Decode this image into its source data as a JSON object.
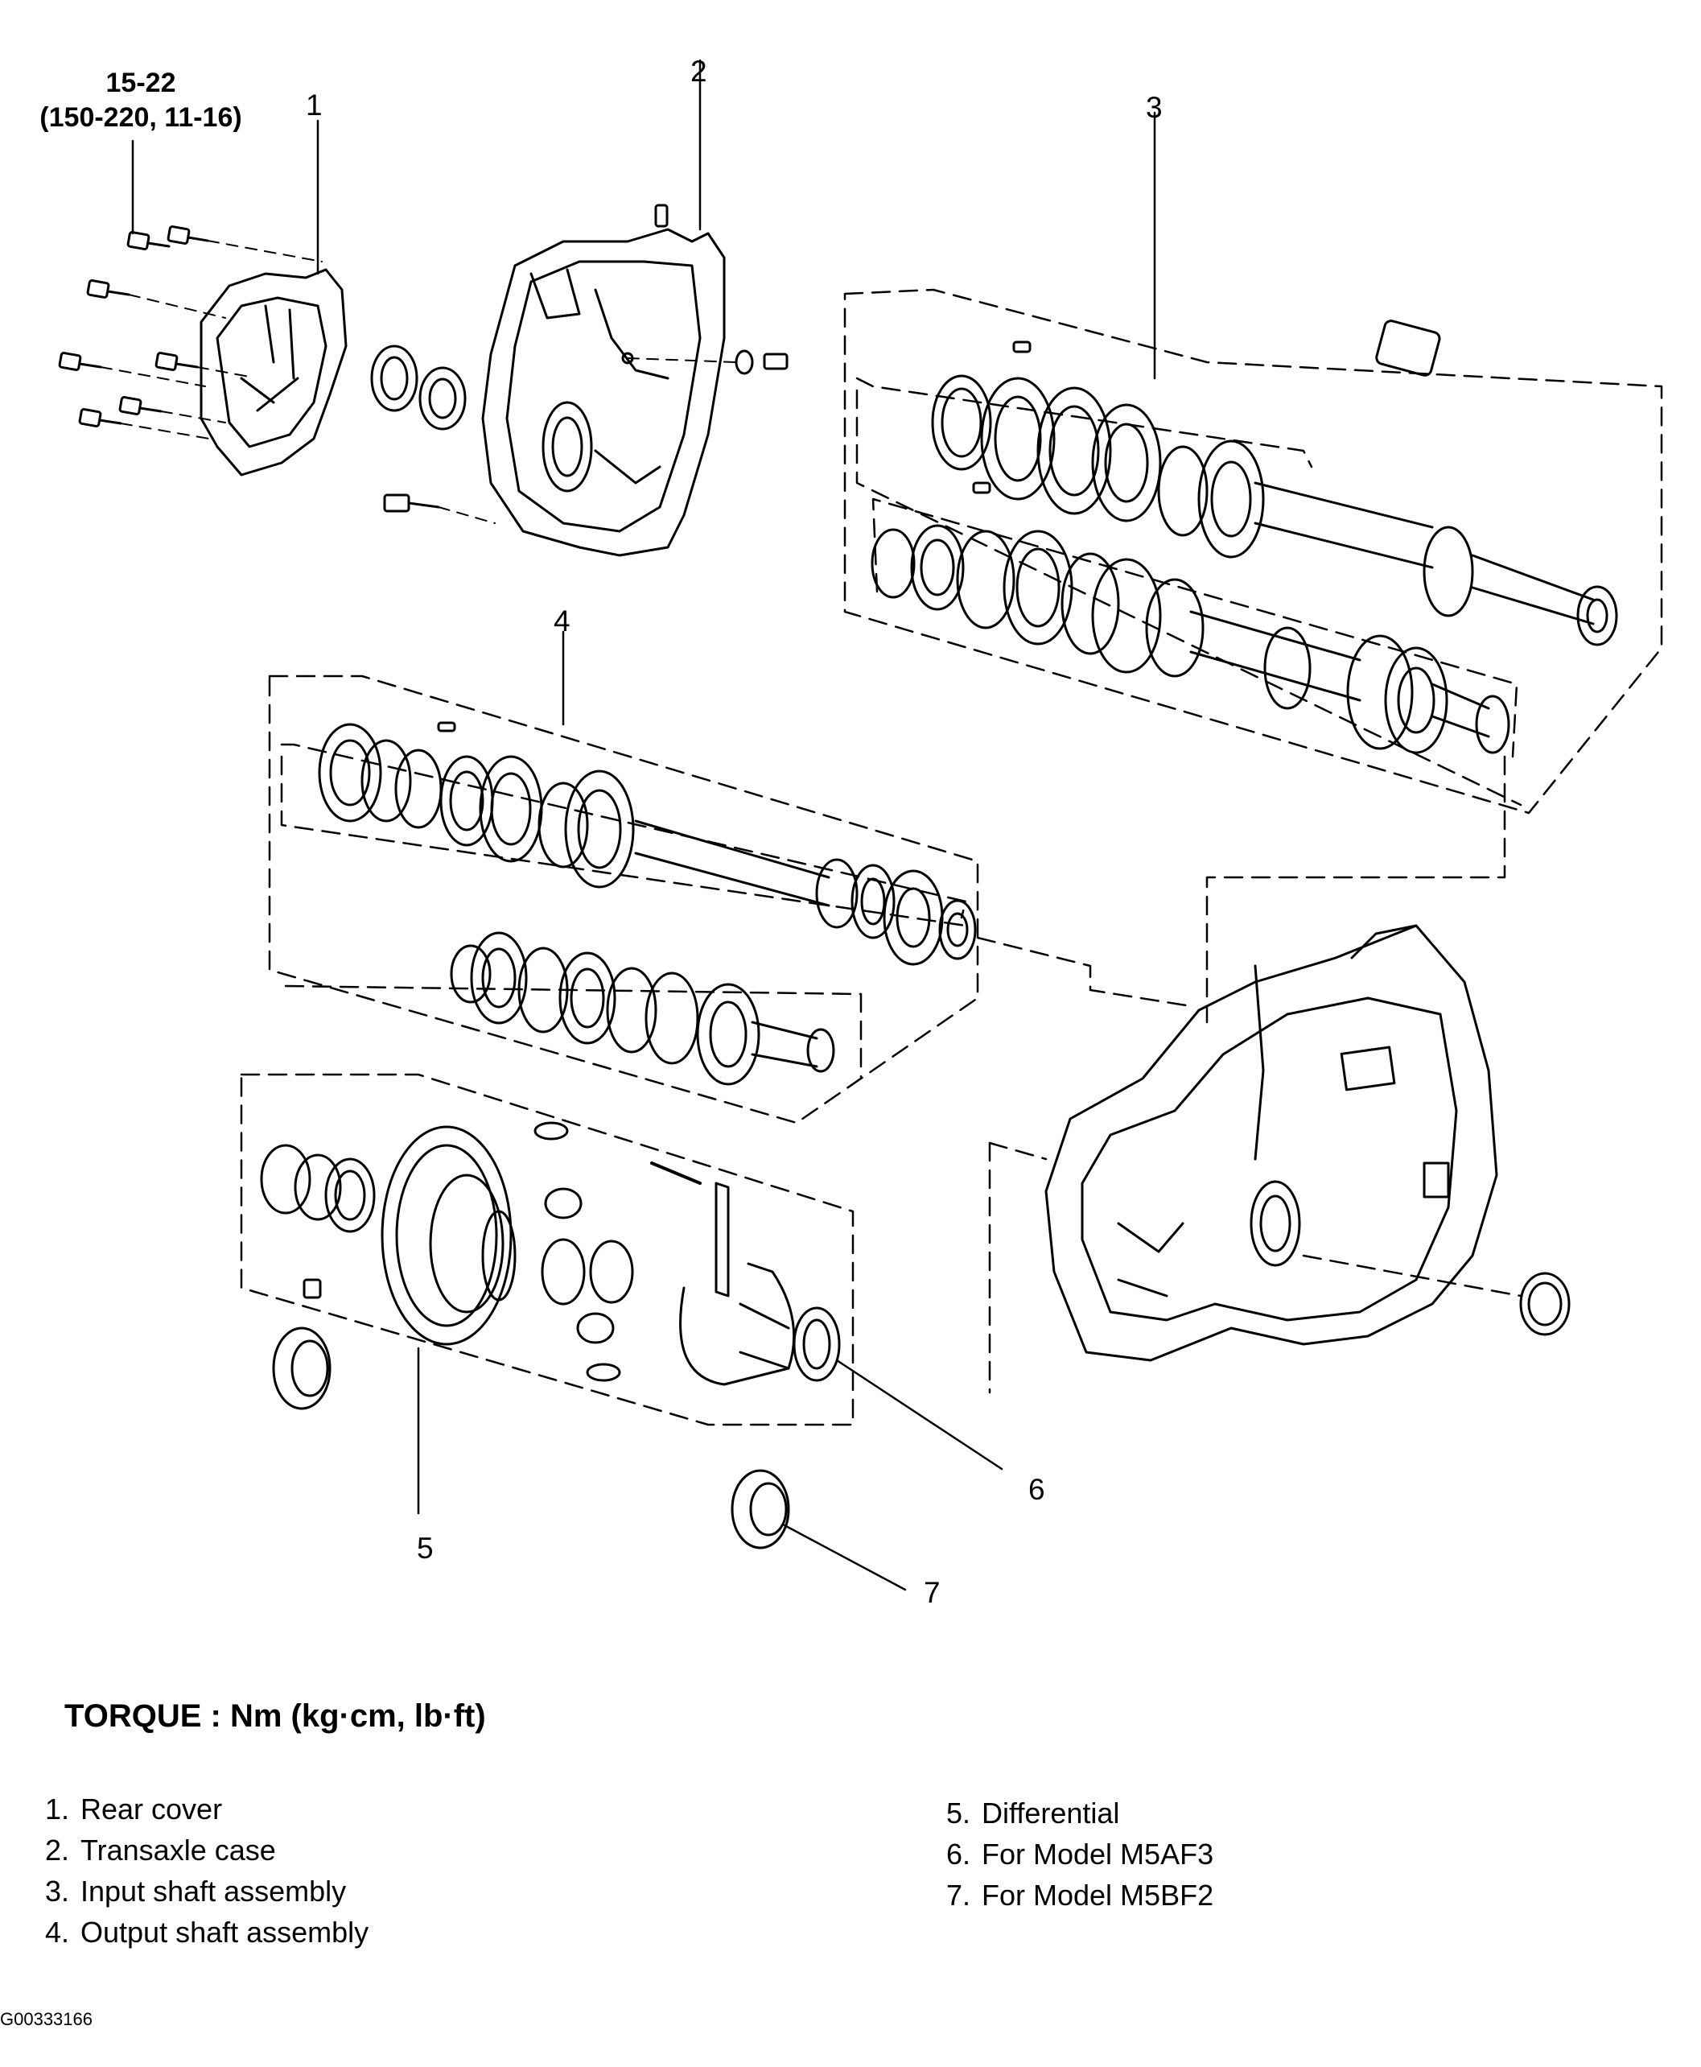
{
  "callouts": [
    "1",
    "2",
    "3",
    "4",
    "5",
    "6",
    "7"
  ],
  "torque_spec": [
    "15-22",
    "(150-220, 11-16)"
  ],
  "torque_title": "TORQUE : Nm (kg·cm, lb·ft)",
  "legend": [
    {
      "num": "1.",
      "label": "Rear cover"
    },
    {
      "num": "2.",
      "label": "Transaxle case"
    },
    {
      "num": "3.",
      "label": "Input shaft assembly"
    },
    {
      "num": "4.",
      "label": "Output shaft assembly"
    },
    {
      "num": "5.",
      "label": "Differential"
    },
    {
      "num": "6.",
      "label": "For Model M5AF3"
    },
    {
      "num": "7.",
      "label": "For Model M5BF2"
    }
  ],
  "figure_id": "G00333166"
}
